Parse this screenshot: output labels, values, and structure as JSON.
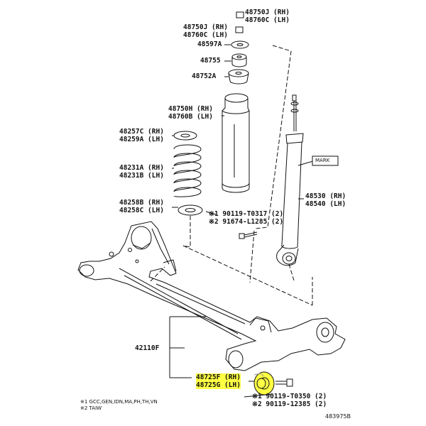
{
  "labels": {
    "p48750j_top": "48750J (RH)",
    "p48760c_top": "48760C (LH)",
    "p48750j": "48750J (RH)",
    "p48760c": "48760C (LH)",
    "p48597a": "48597A",
    "p48755": "48755",
    "p48752a": "48752A",
    "p48750h": "48750H (RH)",
    "p48760b": "48760B (LH)",
    "p48257c": "48257C (RH)",
    "p48259a": "48259A (LH)",
    "p48231a": "48231A (RH)",
    "p48231b": "48231B (LH)",
    "p48258b": "48258B (RH)",
    "p48258c": "48258C (LH)",
    "p90119_t0317": "※1 90119-T0317 (2)",
    "p91674": "※2 91674-L1285 (2)",
    "mark": "MARK",
    "p48530": "48530 (RH)",
    "p48540": "48540 (LH)",
    "p42110f": "42110F",
    "p48725f": "48725F (RH)",
    "p48725g": "48725G (LH)",
    "p90119_t0350": "※1 90119-T0350 (2)",
    "p90119_12385": "※2 90119-12385 (2)"
  },
  "notes": {
    "note1": "※1 GCC,GEN,IDN,MA,PH,TH,VN",
    "note2": "※2 TAIW"
  },
  "figure_id": "483975B",
  "colors": {
    "highlight": "#ffff44",
    "line": "#111111"
  }
}
